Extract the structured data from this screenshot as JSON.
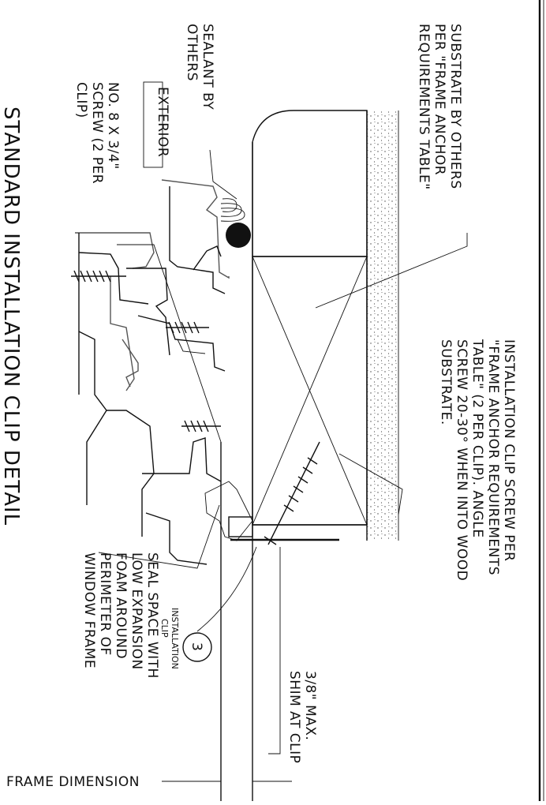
{
  "labels": {
    "substrate": [
      "SUBSTRATE BY OTHERS",
      "PER \"FRAME ANCHOR",
      "REQUIREMENTS TABLE\""
    ],
    "sealant": [
      "SEALANT BY",
      "OTHERS"
    ],
    "exterior": "EXTERIOR",
    "screw": [
      "NO. 8 X 3/4\"",
      "SCREW (2 PER",
      "CLIP)"
    ],
    "clip_screw": [
      "INSTALLATION CLIP SCREW PER",
      "\"FRAME ANCHOR REQUIREMENTS",
      "TABLE\" (2 PER CLIP). ANGLE",
      "SCREW 20-30° WHEN INTO WOOD",
      "SUBSTRATE."
    ],
    "shim": [
      "3/8\" MAX.",
      "SHIM AT CLIP"
    ],
    "callout_number": "3",
    "callout_label": [
      "INSTALLATION",
      "CLIP"
    ],
    "seal_space": [
      "SEAL SPACE WITH",
      "LOW EXPANSION",
      "FOAM AROUND",
      "PERIMETER OF",
      "WINDOW FRAME"
    ],
    "frame_dimension": "FRAME DIMENSION",
    "title": "STANDARD INSTALLATION CLIP DETAIL"
  }
}
